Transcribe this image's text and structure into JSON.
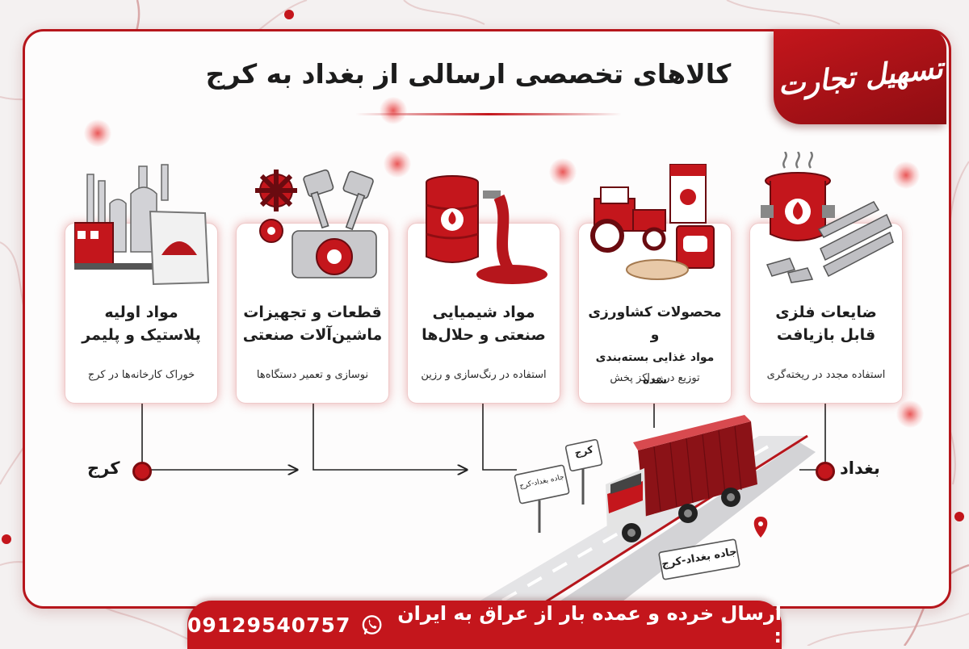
{
  "brand": {
    "logo_text": "تسهیل تجارت"
  },
  "title": "کالاهای تخصصی ارسالی از بغداد به کرج",
  "cards": [
    {
      "line1": "ضایعات فلزی",
      "line2": "قابل بازیافت",
      "sub": "استفاده مجدد در ریخته‌گری"
    },
    {
      "line1": "محصولات کشاورزی و",
      "line2": "مواد غذایی بسته‌بندی شده",
      "sub": "توزیع در مراکز پخش"
    },
    {
      "line1": "مواد شیمیایی",
      "line2": "صنعتی و حلال‌ها",
      "sub": "استفاده در رنگ‌سازی و رزین"
    },
    {
      "line1": "قطعات و تجهیزات",
      "line2": "ماشین‌آلات صنعتی",
      "sub": "نوسازی و تعمیر دستگاه‌ها"
    },
    {
      "line1": "مواد اولیه",
      "line2": "پلاستیک و پلیمر",
      "sub": "خوراک کارخانه‌ها در کرج"
    }
  ],
  "route": {
    "start": "بغداد",
    "end": "کرج"
  },
  "signs": {
    "sign1": "کرج",
    "sign2": "جاده بغداد-کرج",
    "road_label": "جاده بغداد-کرج"
  },
  "footer": {
    "text": "ارسال خرده و عمده بار از عراق به ایران :",
    "phone": "09129540757",
    "icon": "whatsapp-icon"
  },
  "colors": {
    "accent": "#c4161c",
    "dark_accent": "#8e0d12"
  }
}
